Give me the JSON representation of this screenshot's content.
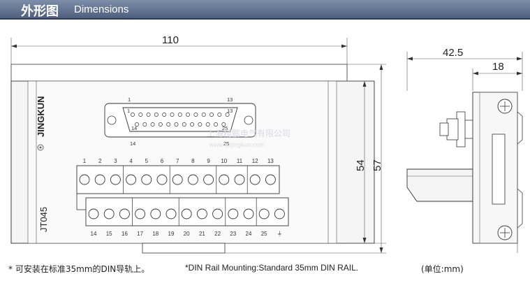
{
  "header": {
    "title_zh": "外形图",
    "title_en": "Dimensions"
  },
  "dimensions": {
    "width": "110",
    "height_inner": "54",
    "height_outer": "57",
    "depth": "42.5",
    "depth_inner": "18"
  },
  "product": {
    "brand": "JINGKUN",
    "model": "JT045"
  },
  "db25": {
    "pin_top_left": "1",
    "pin_top_right": "13",
    "pin_bottom_left": "14",
    "pin_bottom_right": "25",
    "inner_13": "13",
    "inner_1": "1",
    "inner_14": "14",
    "inner_25": "25"
  },
  "terminals": {
    "top_labels": [
      "1",
      "2",
      "3",
      "4",
      "5",
      "6",
      "7",
      "8",
      "9",
      "10",
      "11",
      "12",
      "13"
    ],
    "bottom_labels": [
      "14",
      "15",
      "16",
      "17",
      "18",
      "19",
      "20",
      "21",
      "22",
      "23",
      "24",
      "25",
      "⏚"
    ]
  },
  "watermark": {
    "company": "上海精鹏电气有限公司",
    "url": "www.qzjingkun.com"
  },
  "notes": {
    "zh": "* 可安装在标准35mm的DIN导轨上。",
    "en": "*DIN Rail Mounting:Standard 35mm DIN RAIL.",
    "unit": "(单位:mm)"
  },
  "colors": {
    "header_bg": "#5d6e8c",
    "header_text": "#ffffff",
    "body_fill": "#f3f3f3",
    "line": "#333333"
  }
}
